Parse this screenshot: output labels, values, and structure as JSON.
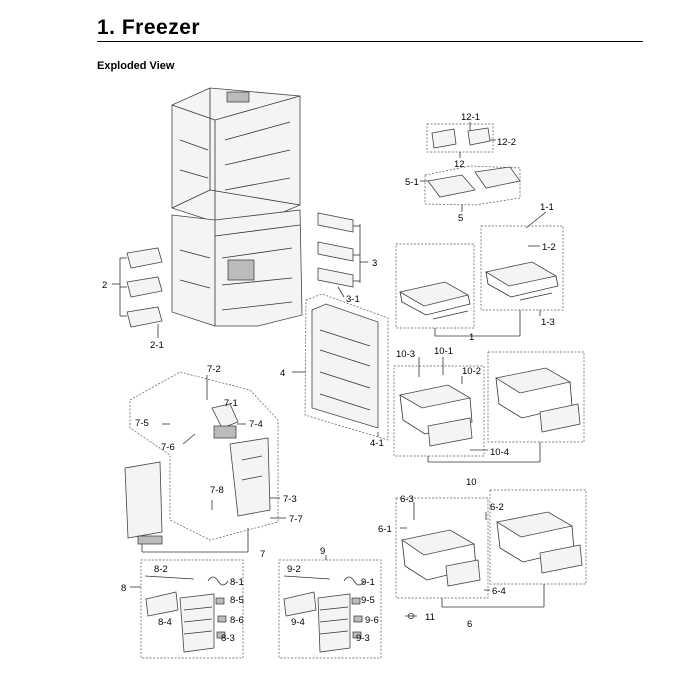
{
  "page": {
    "title": "1.  Freezer",
    "subtitle": "Exploded View"
  },
  "callouts": {
    "c_12_1": "12-1",
    "c_12_2": "12-2",
    "c_12": "12",
    "c_5_1": "5-1",
    "c_5": "5",
    "c_1_1": "1-1",
    "c_1_2": "1-2",
    "c_1_3": "1-3",
    "c_1": "1",
    "c_2": "2",
    "c_2_1": "2-1",
    "c_3": "3",
    "c_3_1": "3-1",
    "c_4": "4",
    "c_4_1": "4-1",
    "c_10_3": "10-3",
    "c_10_1": "10-1",
    "c_10_2": "10-2",
    "c_10_4": "10-4",
    "c_10": "10",
    "c_7_2": "7-2",
    "c_7_1": "7-1",
    "c_7_4": "7-4",
    "c_7_5": "7-5",
    "c_7_6": "7-6",
    "c_7_8": "7-8",
    "c_7_3": "7-3",
    "c_7_7": "7-7",
    "c_7": "7",
    "c_6_3": "6-3",
    "c_6_2": "6-2",
    "c_6_1": "6-1",
    "c_6_4": "6-4",
    "c_6": "6",
    "c_8": "8",
    "c_8_2": "8-2",
    "c_8_1": "8-1",
    "c_8_5": "8-5",
    "c_8_4": "8-4",
    "c_8_6": "8-6",
    "c_8_3": "8-3",
    "c_9": "9",
    "c_9_2": "9-2",
    "c_9_1": "9-1",
    "c_9_5": "9-5",
    "c_9_4": "9-4",
    "c_9_6": "9-6",
    "c_9_3": "9-3",
    "c_11": "11"
  }
}
